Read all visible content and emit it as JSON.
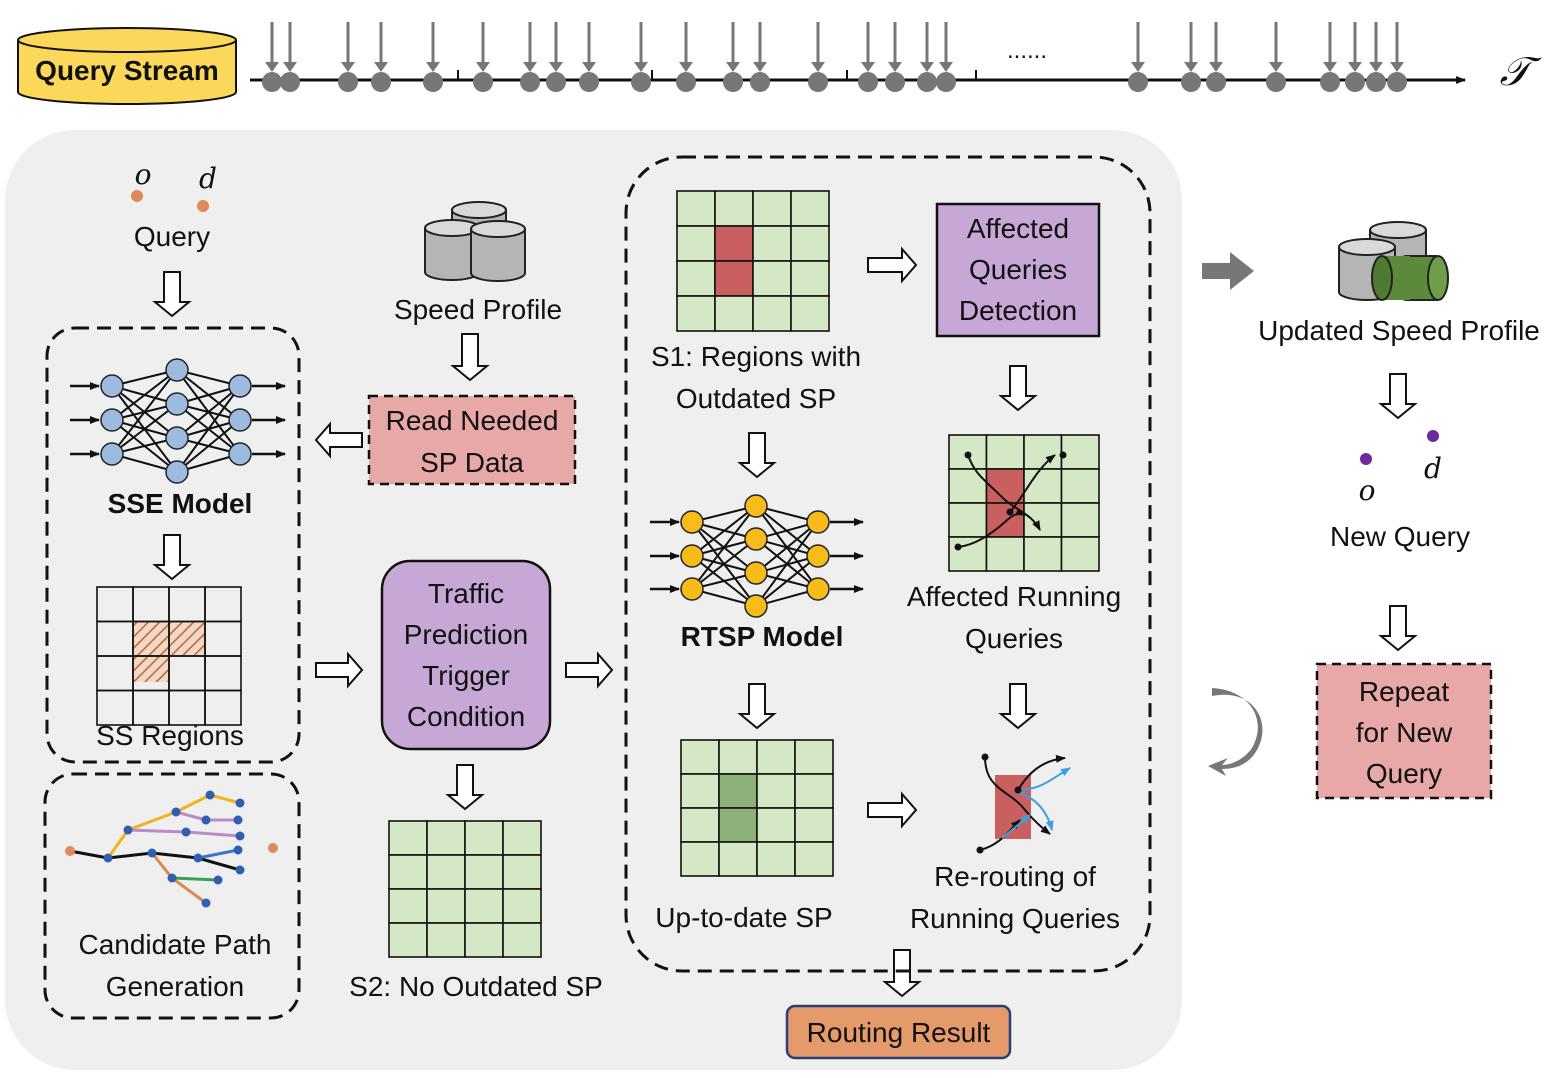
{
  "query_stream": {
    "label": "Query Stream",
    "time_symbol": "𝒯",
    "ellipsis": "......"
  },
  "left": {
    "od_o": "o",
    "od_d": "d",
    "query_label": "Query",
    "sse_model": "SSE Model",
    "ss_regions": "SS Regions",
    "candidate_path": [
      "Candidate Path",
      "Generation"
    ]
  },
  "speed_profile": {
    "label": "Speed Profile"
  },
  "read_needed": [
    "Read Needed",
    "SP Data"
  ],
  "trigger": [
    "Traffic",
    "Prediction",
    "Trigger",
    "Condition"
  ],
  "s2": {
    "label": "S2: No Outdated SP"
  },
  "s1": {
    "label": [
      "S1: Regions with",
      "Outdated SP"
    ]
  },
  "rtsp_model": "RTSP Model",
  "up_to_date": "Up-to-date SP",
  "affected_detection": [
    "Affected",
    "Queries",
    "Detection"
  ],
  "affected_running": [
    "Affected Running",
    "Queries"
  ],
  "rerouting": [
    "Re-routing of",
    "Running Queries"
  ],
  "routing_result": "Routing Result",
  "right": {
    "updated_speed_profile": "Updated Speed Profile",
    "od_o": "o",
    "od_d": "d",
    "new_query": "New Query",
    "repeat": [
      "Repeat",
      "for New",
      "Query"
    ]
  },
  "colors": {
    "panel": "#efefef",
    "yellow": "#fbd85a",
    "purple": "#c7a7d6",
    "pink": "#e9a8a8",
    "orange": "#e59a6c",
    "grid_green": "#d5e8c6",
    "red_cell": "#c9605f",
    "dark_green": "#8db076",
    "node_blue": "#9dbbe1",
    "node_yellow": "#f7bb1a"
  }
}
